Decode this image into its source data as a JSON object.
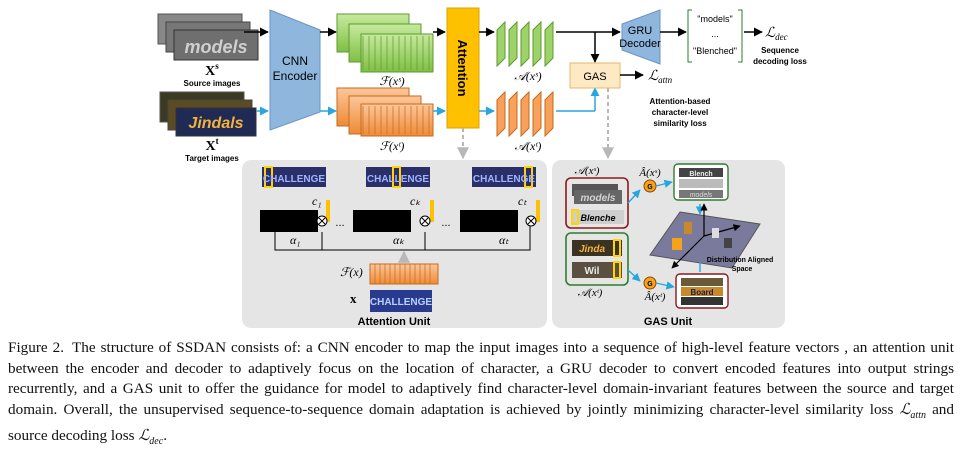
{
  "figure": {
    "source_label_math": "X",
    "source_label_sup": "s",
    "source_caption": "Source images",
    "target_label_math": "X",
    "target_label_sup": "t",
    "target_caption": "Target images",
    "source_word": "models",
    "target_word": "Jindals",
    "encoder_label_line1": "CNN",
    "encoder_label_line2": "Encoder",
    "attention_label": "Attention",
    "decoder_label_line1": "GRU",
    "decoder_label_line2": "Decoder",
    "gas_label": "GAS",
    "feat_source_label": "ℱ(xˢ)",
    "feat_target_label": "ℱ(xᵗ)",
    "attn_source_label": "𝒜(xˢ)",
    "attn_target_label": "𝒜(xᵗ)",
    "output_word_1": "\"models\"",
    "output_ellipsis": "...",
    "output_word_2": "\"Blenched\"",
    "loss_dec": "ℒ",
    "loss_dec_sub": "dec",
    "loss_dec_caption_line1": "Sequence",
    "loss_dec_caption_line2": "decoding loss",
    "loss_attn": "ℒ",
    "loss_attn_sub": "attn",
    "loss_attn_caption_line1": "Attention-based",
    "loss_attn_caption_line2": "character-level",
    "loss_attn_caption_line3": "similarity loss",
    "attention_unit_title": "Attention Unit",
    "attention_unit_word": "CHALLENGE",
    "attention_unit_c1": "c₁",
    "attention_unit_ck": "cₖ",
    "attention_unit_cT": "cₜ",
    "attention_unit_alpha1": "α₁",
    "attention_unit_alphak": "αₖ",
    "attention_unit_alphaT": "αₜ",
    "attention_unit_dots": "...",
    "attention_unit_feat": "ℱ(x)",
    "attention_unit_x": "x",
    "gas_unit_title": "GAS Unit",
    "gas_unit_As": "𝒜(xˢ)",
    "gas_unit_At": "𝒜(xᵗ)",
    "gas_unit_As_hat": "Â(xˢ)",
    "gas_unit_At_hat": "Â(xᵗ)",
    "gas_unit_g": "G",
    "gas_unit_space_line1": "Distribution Aligned",
    "gas_unit_space_line2": "Space",
    "gas_unit_word_blench": "Blenche",
    "gas_unit_word_models": "models",
    "gas_unit_word_jinda": "Jinda",
    "gas_unit_word_board": "Board",
    "gas_unit_word_bw": "Blench",
    "gas_unit_word_wil": "Wil"
  },
  "caption": {
    "fig_label": "Figure 2.",
    "text_part1": "The structure of SSDAN consists of: a CNN encoder to map the input images into a sequence of high-level feature vectors , an attention unit between the encoder and decoder to adaptively focus on the location of character, a GRU decoder to convert encoded features into output strings recurrently, and a GAS unit to offer the guidance for model to adaptively find character-level domain-invariant features between the source and target domain. Overall, the unsupervised sequence-to-sequence domain adaptation is achieved by jointly minimizing character-level similarity loss ",
    "loss1": "ℒ",
    "loss1_sub": "attn",
    "text_part2": " and source decoding loss ",
    "loss2": "ℒ",
    "loss2_sub": "dec",
    "text_part3": "."
  },
  "colors": {
    "encoder": "#8fb6dd",
    "attention": "#ffc000",
    "decoder": "#8fb6dd",
    "source_feat": "#9ed36a",
    "target_feat": "#f9a15a",
    "gas_box": "#fde9c4",
    "source_border": "#8b1a1a",
    "target_border": "#2e7d2e",
    "panel": "#e5e5e5"
  }
}
